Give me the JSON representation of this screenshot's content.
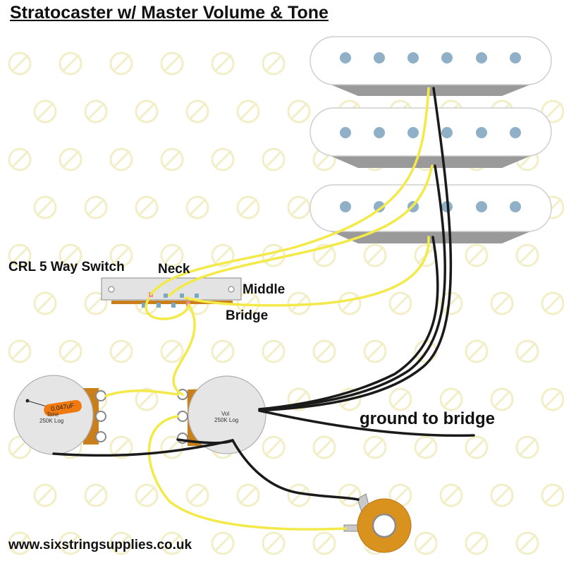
{
  "title": "Stratocaster w/ Master Volume & Tone",
  "labels": {
    "switch": "CRL 5 Way Switch",
    "neck": "Neck",
    "middle": "Middle",
    "bridge": "Bridge",
    "ground": "ground to bridge"
  },
  "tone_pot": {
    "name": "Tone",
    "value": "250K Log",
    "capacitor": "0.047uF"
  },
  "volume_pot": {
    "name": "Vol",
    "value": "250K Log"
  },
  "website": "www.sixstringsupplies.co.uk",
  "colors": {
    "hot_wire": "#f3ea4a",
    "ground_wire": "#1a1a1a",
    "pot_body": "#e5e5e5",
    "lug_tab": "#c97f1c",
    "capacitor": "#f07a10",
    "pole_piece": "#8fb0c7",
    "jack": "#d9921e",
    "watermark": "#f2efc8"
  }
}
